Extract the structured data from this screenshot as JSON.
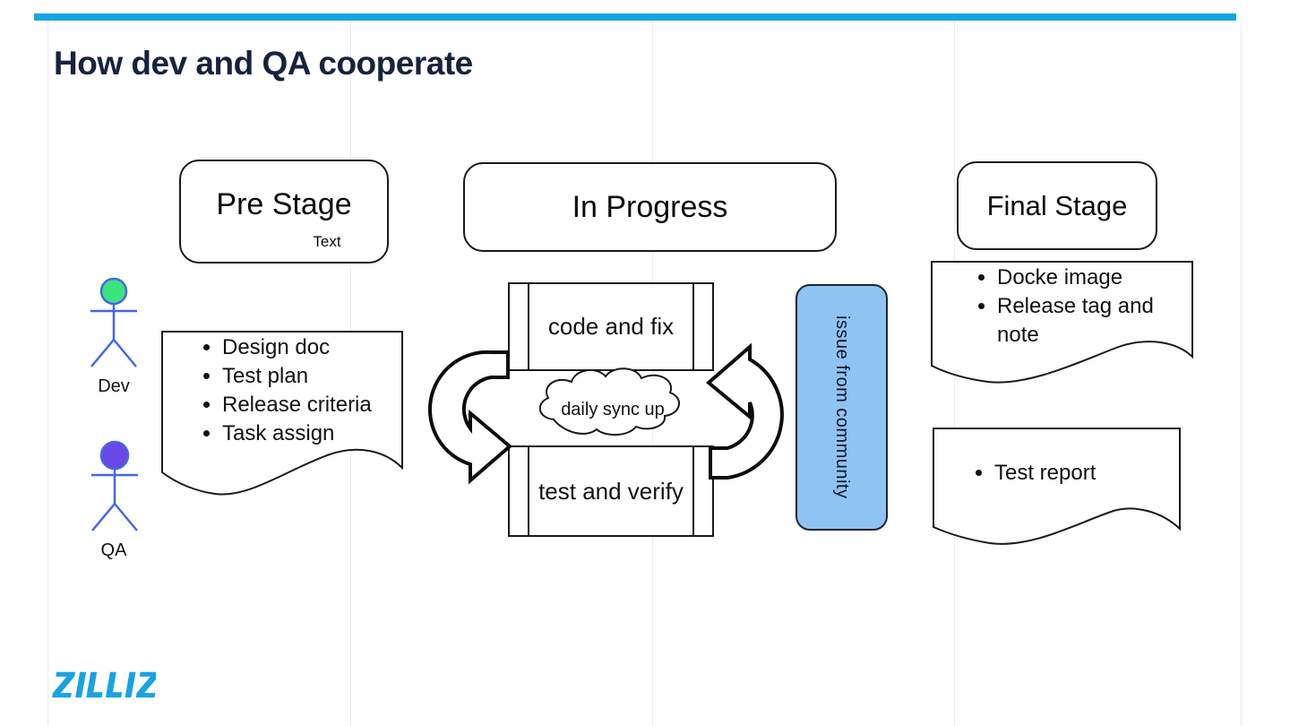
{
  "page": {
    "title": "How dev and QA cooperate",
    "accent_color": "#18A6E2",
    "logo_text": "ZILLIZ"
  },
  "stages": {
    "pre": {
      "label": "Pre Stage",
      "sublabel": "Text"
    },
    "in_progress": {
      "label": "In Progress"
    },
    "final": {
      "label": "Final Stage"
    }
  },
  "actors": [
    {
      "name": "Dev",
      "head_color": "#3CE47D"
    },
    {
      "name": "QA",
      "head_color": "#6B48E6"
    }
  ],
  "pre_stage_doc": {
    "items": [
      "Design doc",
      "Test plan",
      "Release criteria",
      "Task assign"
    ]
  },
  "process": {
    "top_box": "code and fix",
    "bottom_box": "test and verify",
    "cloud": "daily sync up",
    "side_note": "issue from community",
    "side_note_color": "#8FC3F1"
  },
  "final_docs": [
    {
      "items": [
        "Docke image",
        "Release tag and note"
      ]
    },
    {
      "items": [
        "Test report"
      ]
    }
  ]
}
